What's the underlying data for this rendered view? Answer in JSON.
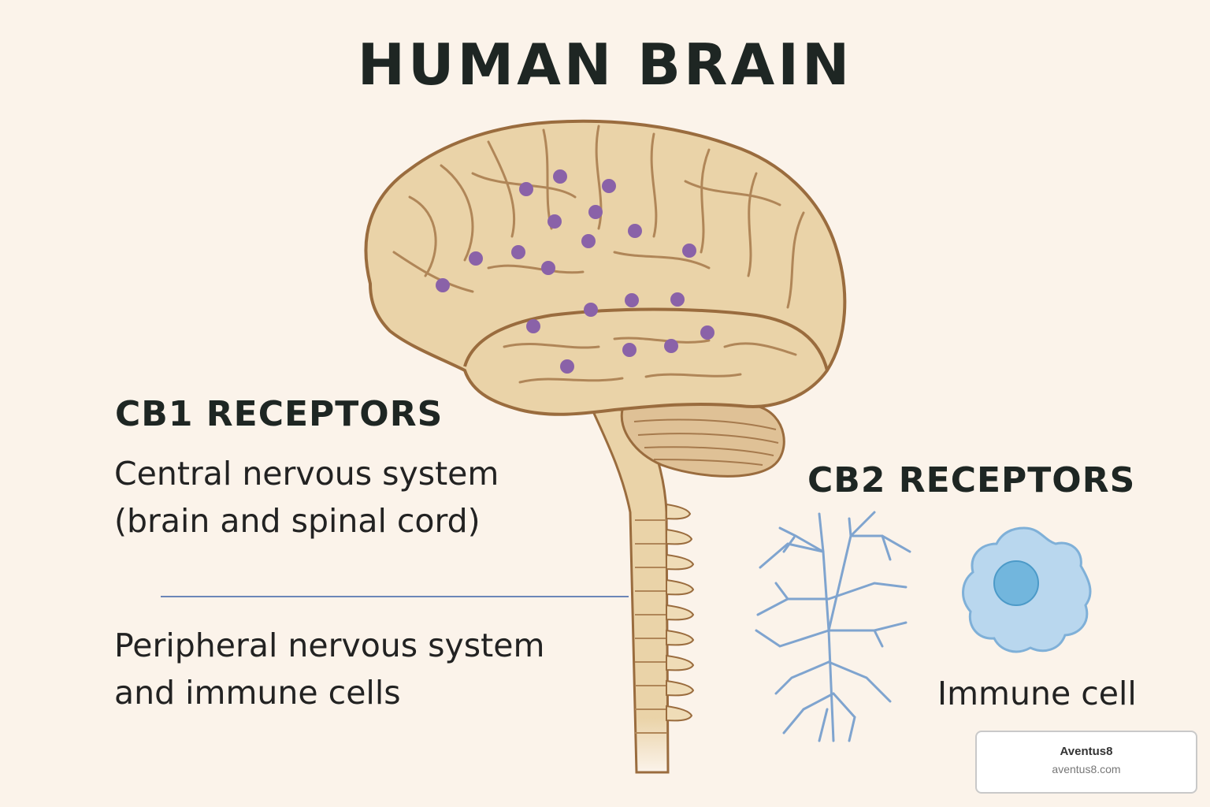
{
  "title": "HUMAN BRAIN",
  "cb1": {
    "heading": "CB1 RECEPTORS",
    "description_line1": "Central nervous system",
    "description_line2": "(brain and spinal cord)"
  },
  "cb2": {
    "heading": "CB2 RECEPTORS",
    "description_line1": "Peripheral nervous system",
    "description_line2": "and immune cells",
    "cell_label": "Immune cell"
  },
  "colors": {
    "background": "#fbf3ea",
    "brain": "#ead3a8",
    "brain_outline": "#9a6c3e",
    "receptor_dot": "#8a62a8",
    "cb2_cell": "#7fb0d8",
    "divider": "#6b86b8"
  },
  "icons": [
    "brain-illustration",
    "spinal-cord-illustration",
    "nerve-cell-icon",
    "immune-cell-icon"
  ],
  "watermark": {
    "name": "Aventus8",
    "url": "aventus8.com"
  }
}
